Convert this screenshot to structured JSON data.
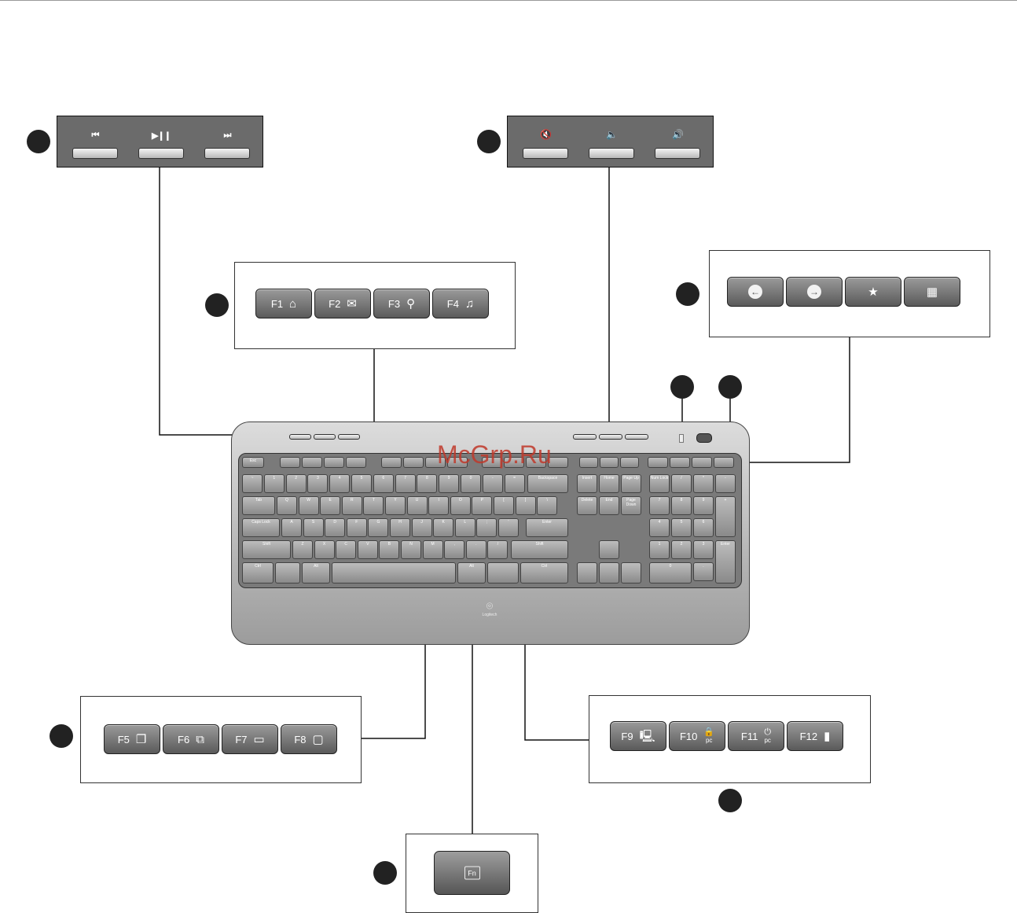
{
  "media_keys": {
    "prev_icon": "⏮",
    "play_pause_icon": "▶❙❙",
    "next_icon": "⏭"
  },
  "volume_keys": {
    "mute_icon": "🔇",
    "vol_down_icon": "🔈",
    "vol_up_icon": "🔊"
  },
  "fkeys_group1": [
    {
      "label": "F1",
      "icon": "⌂",
      "icon_name": "home-icon"
    },
    {
      "label": "F2",
      "icon": "✉",
      "icon_name": "mail-icon"
    },
    {
      "label": "F3",
      "icon": "⚲",
      "icon_name": "search-icon"
    },
    {
      "label": "F4",
      "icon": "♫",
      "icon_name": "music-icon"
    }
  ],
  "fkeys_group2": [
    {
      "label": "F5",
      "icon": "❐",
      "icon_name": "windows-icon"
    },
    {
      "label": "F6",
      "icon": "⧉",
      "icon_name": "window-switch-icon"
    },
    {
      "label": "F7",
      "icon": "▭",
      "icon_name": "minimize-icon"
    },
    {
      "label": "F8",
      "icon": "▢",
      "icon_name": "maximize-icon"
    }
  ],
  "fkeys_group3": [
    {
      "label": "F9",
      "icon": "🖳",
      "sub": "",
      "icon_name": "my-computer-icon"
    },
    {
      "label": "F10",
      "icon": "🔒",
      "sub": "pc",
      "icon_name": "lock-icon"
    },
    {
      "label": "F11",
      "icon": "⏻",
      "sub": "pc",
      "icon_name": "power-icon"
    },
    {
      "label": "F12",
      "icon": "▮",
      "sub": "",
      "icon_name": "battery-icon"
    }
  ],
  "nav_keys": [
    {
      "icon": "←",
      "icon_name": "back-icon"
    },
    {
      "icon": "→",
      "icon_name": "forward-icon"
    },
    {
      "icon": "★",
      "icon_name": "favorites-icon"
    },
    {
      "icon": "▦",
      "icon_name": "calculator-icon"
    }
  ],
  "fn_key": {
    "label": "Fn"
  },
  "keyboard": {
    "esc": "Esc",
    "backspace": "Backspace",
    "tab": "Tab",
    "caps": "Caps Lock",
    "enter": "Enter",
    "shift": "Shift",
    "ctrl": "Ctrl",
    "alt": "Alt",
    "insert": "Insert",
    "home": "Home",
    "page_up": "Page Up",
    "delete": "Delete",
    "end": "End",
    "page_down": "Page Down",
    "num_lock": "Num Lock",
    "brand": "Logitech",
    "row_numbers": [
      "~",
      "1",
      "2",
      "3",
      "4",
      "5",
      "6",
      "7",
      "8",
      "9",
      "0",
      "-",
      "="
    ],
    "row_q": [
      "Q",
      "W",
      "E",
      "R",
      "T",
      "Y",
      "U",
      "I",
      "O",
      "P",
      "[",
      "]",
      "\\"
    ],
    "row_a": [
      "A",
      "S",
      "D",
      "F",
      "G",
      "H",
      "J",
      "K",
      "L",
      ";",
      "'"
    ],
    "row_z": [
      "Z",
      "X",
      "C",
      "V",
      "B",
      "N",
      "M",
      ",",
      ".",
      "/"
    ],
    "numpad": [
      "/",
      "*",
      "-",
      "7",
      "8",
      "9",
      "+",
      "4",
      "5",
      "6",
      "1",
      "2",
      "3",
      "Enter",
      "0",
      "."
    ]
  },
  "watermark": "McGrp.Ru"
}
